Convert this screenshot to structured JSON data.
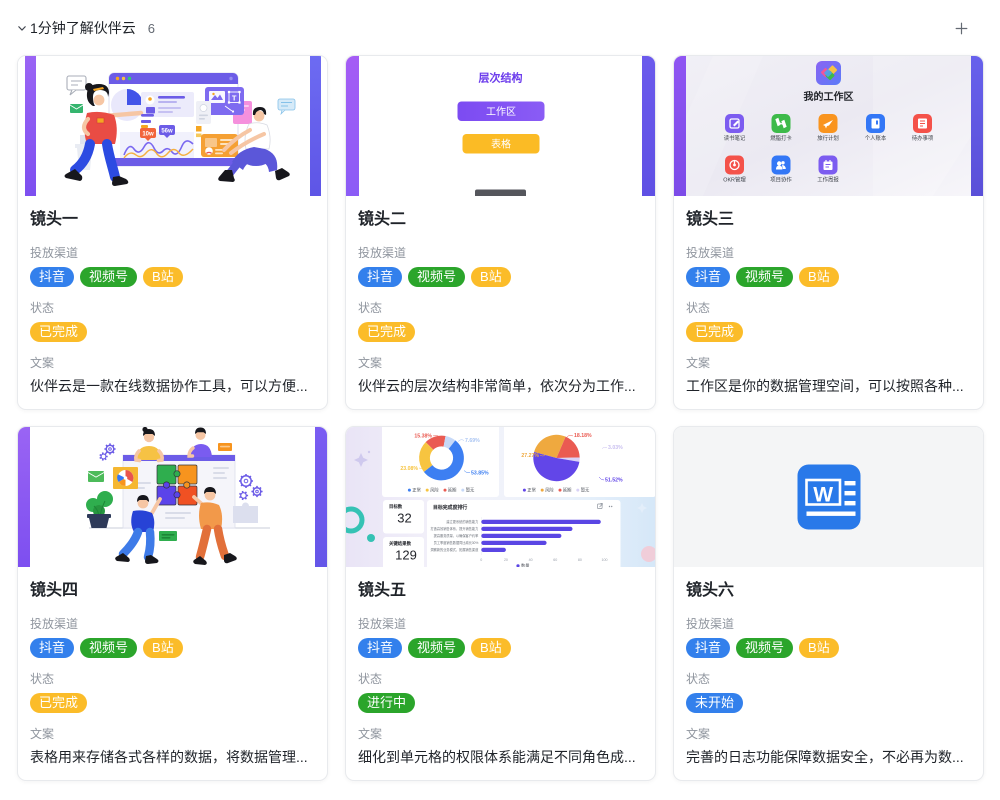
{
  "header": {
    "title": "1分钟了解伙伴云",
    "count": "6",
    "collapse_icon": "chevron-down-icon",
    "add_icon": "plus-icon"
  },
  "field_labels": {
    "channel": "投放渠道",
    "status": "状态",
    "copy": "文案"
  },
  "channel_tags": [
    {
      "label": "抖音",
      "color": "#3380EC"
    },
    {
      "label": "视频号",
      "color": "#2BA52B"
    },
    {
      "label": "B站",
      "color": "#FBBC29"
    }
  ],
  "colors": {
    "accent_purple": "#7C52F0",
    "accent_indigo": "#6158E8",
    "status_done": "#FBBC29",
    "status_in_progress": "#2BA52B",
    "status_not_started": "#3380EC",
    "label_gray": "#8F959E",
    "text_dark": "#1F2329"
  },
  "cards": [
    {
      "title": "镜头一",
      "cover": "people_dashboard",
      "status": {
        "label": "已完成",
        "color": "#FBBC29"
      },
      "copy": "伙伴云是一款在线数据协作工具，可以方便..."
    },
    {
      "title": "镜头二",
      "cover": "hierarchy",
      "status": {
        "label": "已完成",
        "color": "#FBBC29"
      },
      "copy": "伙伴云的层次结构非常简单，依次分为工作..."
    },
    {
      "title": "镜头三",
      "cover": "workspace",
      "status": {
        "label": "已完成",
        "color": "#FBBC29"
      },
      "copy": "工作区是你的数据管理空间，可以按照各种..."
    },
    {
      "title": "镜头四",
      "cover": "people_puzzle",
      "status": {
        "label": "已完成",
        "color": "#FBBC29"
      },
      "copy": "表格用来存储各式各样的数据，将数据管理..."
    },
    {
      "title": "镜头五",
      "cover": "dashboard_charts",
      "status": {
        "label": "进行中",
        "color": "#2BA52B"
      },
      "copy": "细化到单元格的权限体系能满足不同角色成..."
    },
    {
      "title": "镜头六",
      "cover": "word_doc",
      "status": {
        "label": "未开始",
        "color": "#3380EC"
      },
      "copy": "完善的日志功能保障数据安全，不必再为数..."
    }
  ],
  "covers": {
    "people_dashboard": {
      "badges": [
        "10w",
        "56w"
      ]
    },
    "hierarchy": {
      "heading": "层次结构",
      "buttons": [
        {
          "label": "工作区",
          "color": "#7C4BF2"
        },
        {
          "label": "表格",
          "color": "#FBBB25"
        }
      ]
    },
    "workspace": {
      "title": "我的工作区",
      "logo": "huoban-logo-icon",
      "apps": [
        {
          "name": "读书笔记",
          "color": "#7C5CF0",
          "icon": "pen-icon"
        },
        {
          "name": "燃脂打卡",
          "color": "#3DBA4A",
          "icon": "dumbbell-icon"
        },
        {
          "name": "旅行计划",
          "color": "#F9941E",
          "icon": "plane-icon"
        },
        {
          "name": "个人账本",
          "color": "#3377F6",
          "icon": "ledger-icon"
        },
        {
          "name": "待办事项",
          "color": "#F4524A",
          "icon": "todo-list-icon"
        },
        {
          "name": "OKR管理",
          "color": "#F4524A",
          "icon": "target-icon"
        },
        {
          "name": "项目协作",
          "color": "#3377F6",
          "icon": "people-icon"
        },
        {
          "name": "工作周报",
          "color": "#7C5CF0",
          "icon": "report-icon"
        }
      ]
    },
    "dashboard_charts": {
      "chart_data": [
        {
          "type": "pie",
          "variant": "donut",
          "legend": [
            "正常",
            "风险",
            "延期",
            "暂无"
          ],
          "slices": [
            {
              "label": "正常",
              "value": 53.85,
              "text": "53.85%",
              "color": "#3D7FF2"
            },
            {
              "label": "风险",
              "value": 23.08,
              "text": "23.08%",
              "color": "#F7C440"
            },
            {
              "label": "延期",
              "value": 15.38,
              "text": "15.38%",
              "color": "#EA5B52"
            },
            {
              "label": "暂无",
              "value": 7.69,
              "text": "7.69%",
              "color": "#C7D9F8"
            }
          ]
        },
        {
          "type": "pie",
          "variant": "pie",
          "legend": [
            "正常",
            "风险",
            "延期",
            "暂无"
          ],
          "slices": [
            {
              "label": "正常",
              "value": 51.52,
              "text": "51.52%",
              "color": "#6246E8"
            },
            {
              "label": "风险",
              "value": 27.27,
              "text": "27.27%",
              "color": "#EFA93F"
            },
            {
              "label": "延期",
              "value": 18.18,
              "text": "18.18%",
              "color": "#EA5B52"
            },
            {
              "label": "暂无",
              "value": 3.03,
              "text": "3.03%",
              "color": "#D9D2F6"
            }
          ]
        },
        {
          "type": "bar",
          "title": "目标完成度排行",
          "orientation": "horizontal",
          "categories": [
            "建立更系统的销售能力",
            "打造高效销售体系，提升销售能力",
            "提高服务质量，以确保客户约率",
            "员工季度销售数据同比增长30%",
            "洞察新的业务模式，拓展销售渠道"
          ],
          "values": [
            97,
            74,
            65,
            53,
            20
          ],
          "xlim": [
            0,
            100
          ],
          "ticks": [
            0,
            20,
            40,
            60,
            80,
            100
          ],
          "bar_color": "#5A46E4"
        },
        {
          "type": "stat",
          "label": "目标数",
          "value": "32"
        },
        {
          "type": "stat",
          "label": "关键结果数",
          "value": "129"
        }
      ]
    },
    "word_doc": {
      "icon": "word-doc-icon",
      "color": "#2979E9",
      "background": "#F4F5F6"
    }
  }
}
